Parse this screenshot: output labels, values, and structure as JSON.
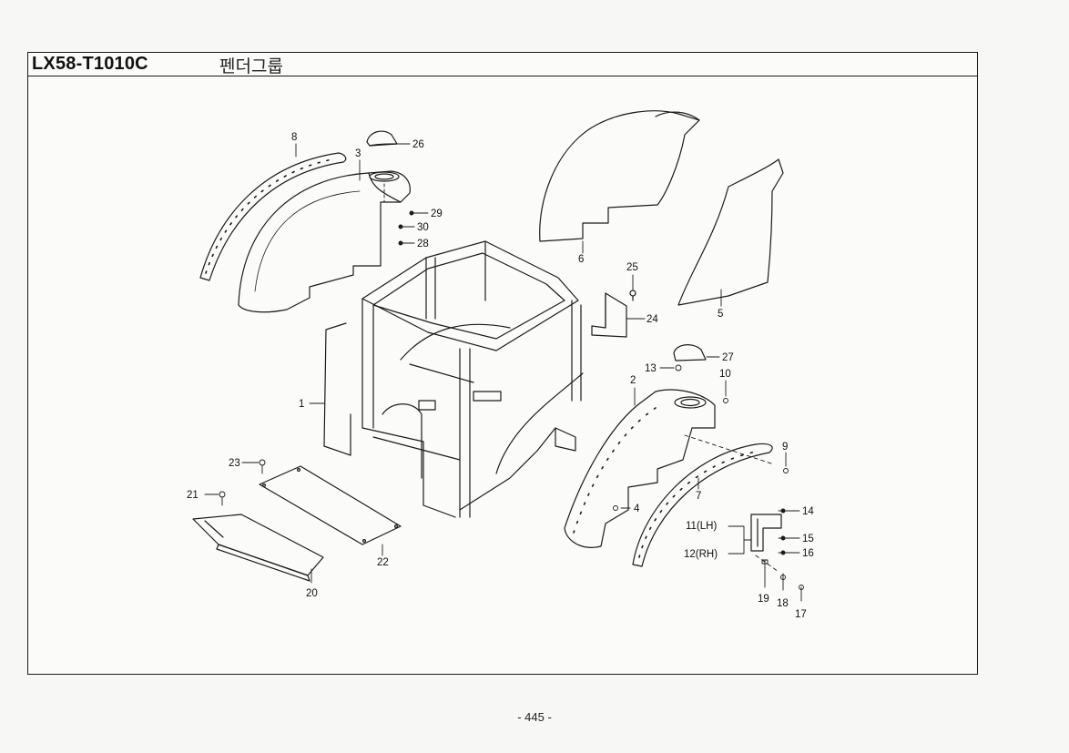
{
  "header": {
    "model_code": "LX58-T1010C",
    "group_name": "펜더그룹"
  },
  "page_number": "- 445 -",
  "callouts": [
    {
      "id": "c1",
      "label": "1"
    },
    {
      "id": "c2",
      "label": "2"
    },
    {
      "id": "c3",
      "label": "3"
    },
    {
      "id": "c4",
      "label": "4"
    },
    {
      "id": "c5",
      "label": "5"
    },
    {
      "id": "c6",
      "label": "6"
    },
    {
      "id": "c7",
      "label": "7"
    },
    {
      "id": "c8",
      "label": "8"
    },
    {
      "id": "c9",
      "label": "9"
    },
    {
      "id": "c10",
      "label": "10"
    },
    {
      "id": "c11",
      "label": "11(LH)"
    },
    {
      "id": "c12",
      "label": "12(RH)"
    },
    {
      "id": "c13",
      "label": "13"
    },
    {
      "id": "c14",
      "label": "14"
    },
    {
      "id": "c15",
      "label": "15"
    },
    {
      "id": "c16",
      "label": "16"
    },
    {
      "id": "c17",
      "label": "17"
    },
    {
      "id": "c18",
      "label": "18"
    },
    {
      "id": "c19",
      "label": "19"
    },
    {
      "id": "c20",
      "label": "20"
    },
    {
      "id": "c21",
      "label": "21"
    },
    {
      "id": "c22",
      "label": "22"
    },
    {
      "id": "c23",
      "label": "23"
    },
    {
      "id": "c24",
      "label": "24"
    },
    {
      "id": "c25",
      "label": "25"
    },
    {
      "id": "c26",
      "label": "26"
    },
    {
      "id": "c27",
      "label": "27"
    },
    {
      "id": "c28",
      "label": "28"
    },
    {
      "id": "c29",
      "label": "29"
    },
    {
      "id": "c30",
      "label": "30"
    }
  ]
}
